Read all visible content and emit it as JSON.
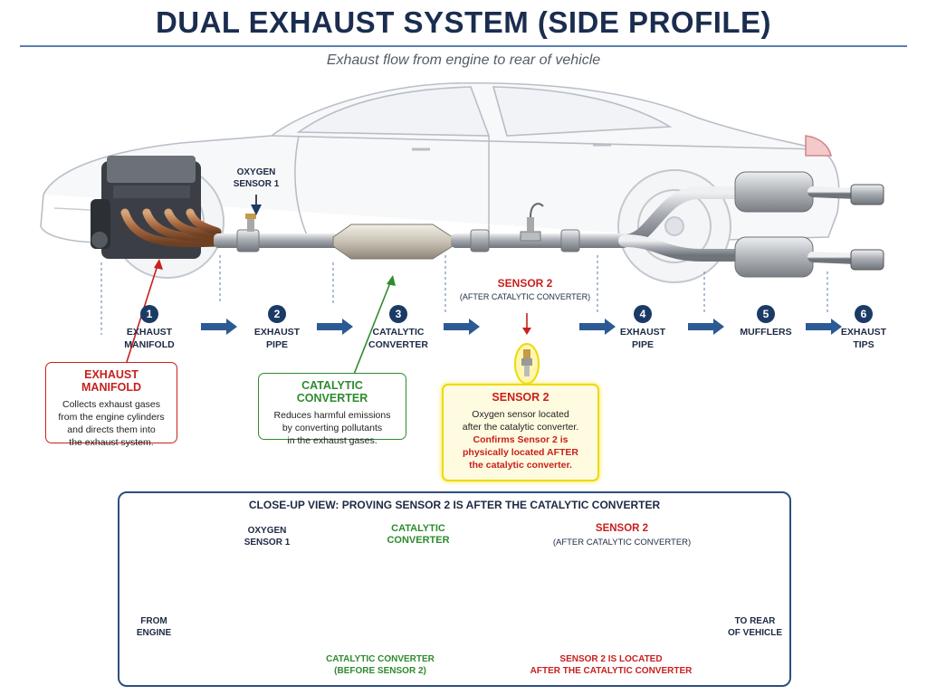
{
  "title": "DUAL EXHAUST SYSTEM (SIDE PROFILE)",
  "subtitle": "Exhaust flow from engine to rear of vehicle",
  "top_labels": {
    "oxygen_sensor_1": "OXYGEN\nSENSOR 1",
    "sensor2_title": "SENSOR 2",
    "sensor2_sub": "(AFTER CATALYTIC CONVERTER)"
  },
  "steps": [
    {
      "num": "1",
      "label": "EXHAUST\nMANIFOLD"
    },
    {
      "num": "2",
      "label": "EXHAUST\nPIPE"
    },
    {
      "num": "3",
      "label": "CATALYTIC\nCONVERTER"
    },
    {
      "num": "4",
      "label": "EXHAUST\nPIPE"
    },
    {
      "num": "5",
      "label": "MUFFLERS"
    },
    {
      "num": "6",
      "label": "EXHAUST\nTIPS"
    }
  ],
  "callouts": {
    "manifold": {
      "title": "EXHAUST MANIFOLD",
      "text": "Collects exhaust gases\nfrom the engine cylinders\nand directs them into\nthe exhaust system."
    },
    "catalytic": {
      "title": "CATALYTIC CONVERTER",
      "text": "Reduces harmful emissions\nby converting pollutants\nin the exhaust gases."
    },
    "sensor2": {
      "title": "SENSOR 2",
      "text": "Oxygen sensor located\nafter the catalytic converter.",
      "emphasis": "Confirms Sensor 2 is\nphysically located AFTER\nthe catalytic converter."
    }
  },
  "closeup": {
    "title": "CLOSE-UP VIEW: PROVING SENSOR 2 IS AFTER THE CATALYTIC CONVERTER",
    "oxygen_sensor_1": "OXYGEN\nSENSOR 1",
    "catalytic_converter": "CATALYTIC\nCONVERTER",
    "sensor2_title": "SENSOR 2",
    "sensor2_sub": "(AFTER CATALYTIC CONVERTER)",
    "from_engine": "FROM\nENGINE",
    "to_rear": "TO REAR\nOF VEHICLE",
    "before_label": "CATALYTIC CONVERTER\n(BEFORE SENSOR 2)",
    "after_label": "SENSOR 2 IS LOCATED\nAFTER THE CATALYTIC CONVERTER"
  },
  "colors": {
    "navy": "#1b3a66",
    "red": "#c8201e",
    "green": "#2e8b2e",
    "highlight": "#f5e642"
  }
}
